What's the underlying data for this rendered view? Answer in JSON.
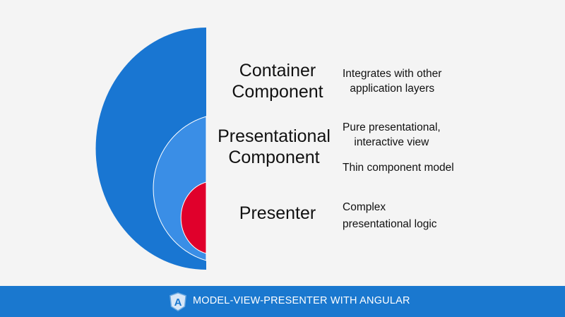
{
  "slide": {
    "layers": [
      {
        "title_lines": [
          "Container",
          "Component"
        ],
        "description_lines": [
          "Integrates with other",
          "application layers"
        ],
        "color": "#1976d2"
      },
      {
        "title_lines": [
          "Presentational",
          "Component"
        ],
        "description_lines": [
          "Pure presentational,",
          "interactive view"
        ],
        "extra_description": "Thin component model",
        "color": "#3a8ee6"
      },
      {
        "title_lines": [
          "Presenter"
        ],
        "description_lines": [
          "Complex",
          "presentational logic"
        ],
        "color": "#e0002b"
      }
    ],
    "background_color": "#f4f4f4"
  },
  "footer": {
    "text": "MODEL-VIEW-PRESENTER WITH ANGULAR",
    "logo_icon": "angular-logo-icon",
    "logo_letter": "A",
    "color": "#1a78cf"
  }
}
